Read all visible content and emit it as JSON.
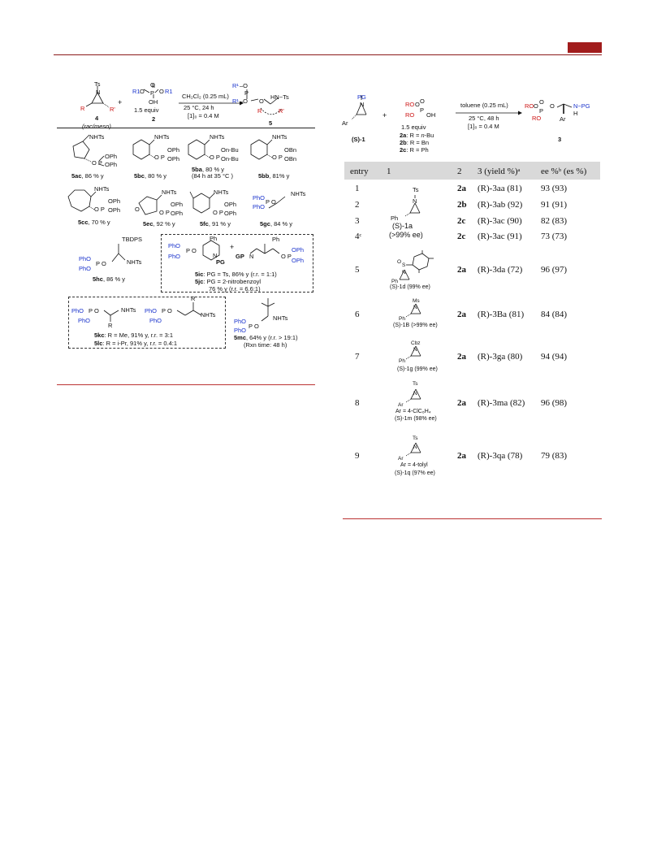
{
  "scheme_top": {
    "aziridine_sub": "Ts",
    "aziridine_r": "R",
    "aziridine_rp": "R'",
    "cpd4": "4",
    "cpd4_note": "(rac/meso)",
    "acid_r1_left": "R1",
    "acid_r1_right": "R1",
    "acid_oh": "OH",
    "acid_equiv": "1.5 equiv",
    "cpd2": "2",
    "cond_solvent": "CH₂Cl₂ (0.25 mL)",
    "cond_temp": "25 °C, 24 h",
    "cond_conc": "[1]₀ = 0.4 M",
    "prod_hn": "HN−Ts",
    "prod_r": "R",
    "prod_rp": "R'",
    "cpd5": "5"
  },
  "products": [
    {
      "id": "5ac",
      "text": ", 86 % y"
    },
    {
      "id": "5bc",
      "text": ", 80 % y"
    },
    {
      "id": "5ba",
      "text": ", 80 % y",
      "note": "(84 h at 35 °C )"
    },
    {
      "id": "5bb",
      "text": ", 81% y"
    },
    {
      "id": "5cc",
      "text": ", 70 % y"
    },
    {
      "id": "5ec",
      "text": ", 92 % y"
    },
    {
      "id": "5fc",
      "text": ", 91 % y"
    },
    {
      "id": "5gc",
      "text": ", 84 % y"
    },
    {
      "id": "5hc",
      "text": ", 86 % y"
    },
    {
      "id": "5ic",
      "text": ": PG = Ts, 86% y (r.r. = 1:1)"
    },
    {
      "id": "5jc",
      "text": ": PG = 2-nitrobenzoyl",
      "note": "76 % y (r.r. = 6.6:1)"
    },
    {
      "id": "5kc",
      "text": ": R = Me, 91% y,  r.r. = 3:1"
    },
    {
      "id": "5lc",
      "text": ": R = i-Pr, 91% y,  r.r. = 0.4:1"
    },
    {
      "id": "5mc",
      "text": ", 64% y (r.r. > 19:1)",
      "note": "(Rxn time: 48 h)"
    }
  ],
  "struct_labels": {
    "nhts": "NHTs",
    "oph": "OPh",
    "obu": "On-Bu",
    "obn": "OBn",
    "pho": "PhO",
    "tbdps": "TBDPS",
    "ph": "Ph",
    "pg": "PG",
    "gp": "GP",
    "r": "R",
    "plus": "+"
  },
  "scheme_right": {
    "pg": "PG",
    "ar": "Ar",
    "cpd1": "(S)-1",
    "ro": "RO",
    "oh": "OH",
    "equiv": "1.5 equiv",
    "r2a": "2a: R = n-Bu",
    "r2b": "2b: R = Bn",
    "r2c": "2c: R = Ph",
    "cond_solvent": "toluene (0.25 mL)",
    "cond_temp": "25 °C, 48 h",
    "cond_conc": "[1]₀ = 0.4 M",
    "prod_pg": "N−PG",
    "prod_h": "H",
    "cpd3": "3",
    "plus": "+"
  },
  "table": {
    "headers": [
      "entry",
      "1",
      "2",
      "3 (yield %)ᵃ",
      "ee %ᵇ (es %)"
    ],
    "rows": [
      {
        "entry": "1",
        "acid": "2a",
        "product": "(R)-3aa (81)",
        "ee": "93 (93)"
      },
      {
        "entry": "2",
        "acid": "2b",
        "product": "(R)-3ab (92)",
        "ee": "91 (91)"
      },
      {
        "entry": "3",
        "acid": "2c",
        "product": "(R)-3ac (90)",
        "ee": "82 (83)"
      },
      {
        "entry": "4ᶜ",
        "acid": "2c",
        "product": "(R)-3ac (91)",
        "ee": "73 (73)"
      },
      {
        "entry": "5",
        "acid": "2a",
        "product": "(R)-3da (72)",
        "ee": "96 (97)"
      },
      {
        "entry": "6",
        "acid": "2a",
        "product": "(R)-3Ba (81)",
        "ee": "84 (84)"
      },
      {
        "entry": "7",
        "acid": "2a",
        "product": "(R)-3ga (80)",
        "ee": "94 (94)"
      },
      {
        "entry": "8",
        "acid": "2a",
        "product": "(R)-3ma (82)",
        "ee": "96 (98)"
      },
      {
        "entry": "9",
        "acid": "2a",
        "product": "(R)-3qa (78)",
        "ee": "79 (83)"
      }
    ],
    "substrates": [
      {
        "sub": "Ts",
        "ar": "Ph",
        "name": "(S)-1a",
        "note": "(>99% ee)"
      },
      {
        "sub": "S",
        "ar": "Ph",
        "name": "(S)-1d",
        "note": "(99% ee)"
      },
      {
        "sub": "Ms",
        "ar": "Ph",
        "name": "(S)-1B",
        "note": "(>99% ee)"
      },
      {
        "sub": "Cbz",
        "ar": "Ph",
        "name": "(S)-1g",
        "note": "(99% ee)"
      },
      {
        "sub": "Ts",
        "ar": "Ar",
        "def": "Ar = 4-ClC₆H₄",
        "name": "(S)-1m",
        "note": "(98% ee)"
      },
      {
        "sub": "Ts",
        "ar": "Ar",
        "def": "Ar = 4-tolyl",
        "name": "(S)-1q",
        "note": "(97% ee)"
      }
    ]
  }
}
